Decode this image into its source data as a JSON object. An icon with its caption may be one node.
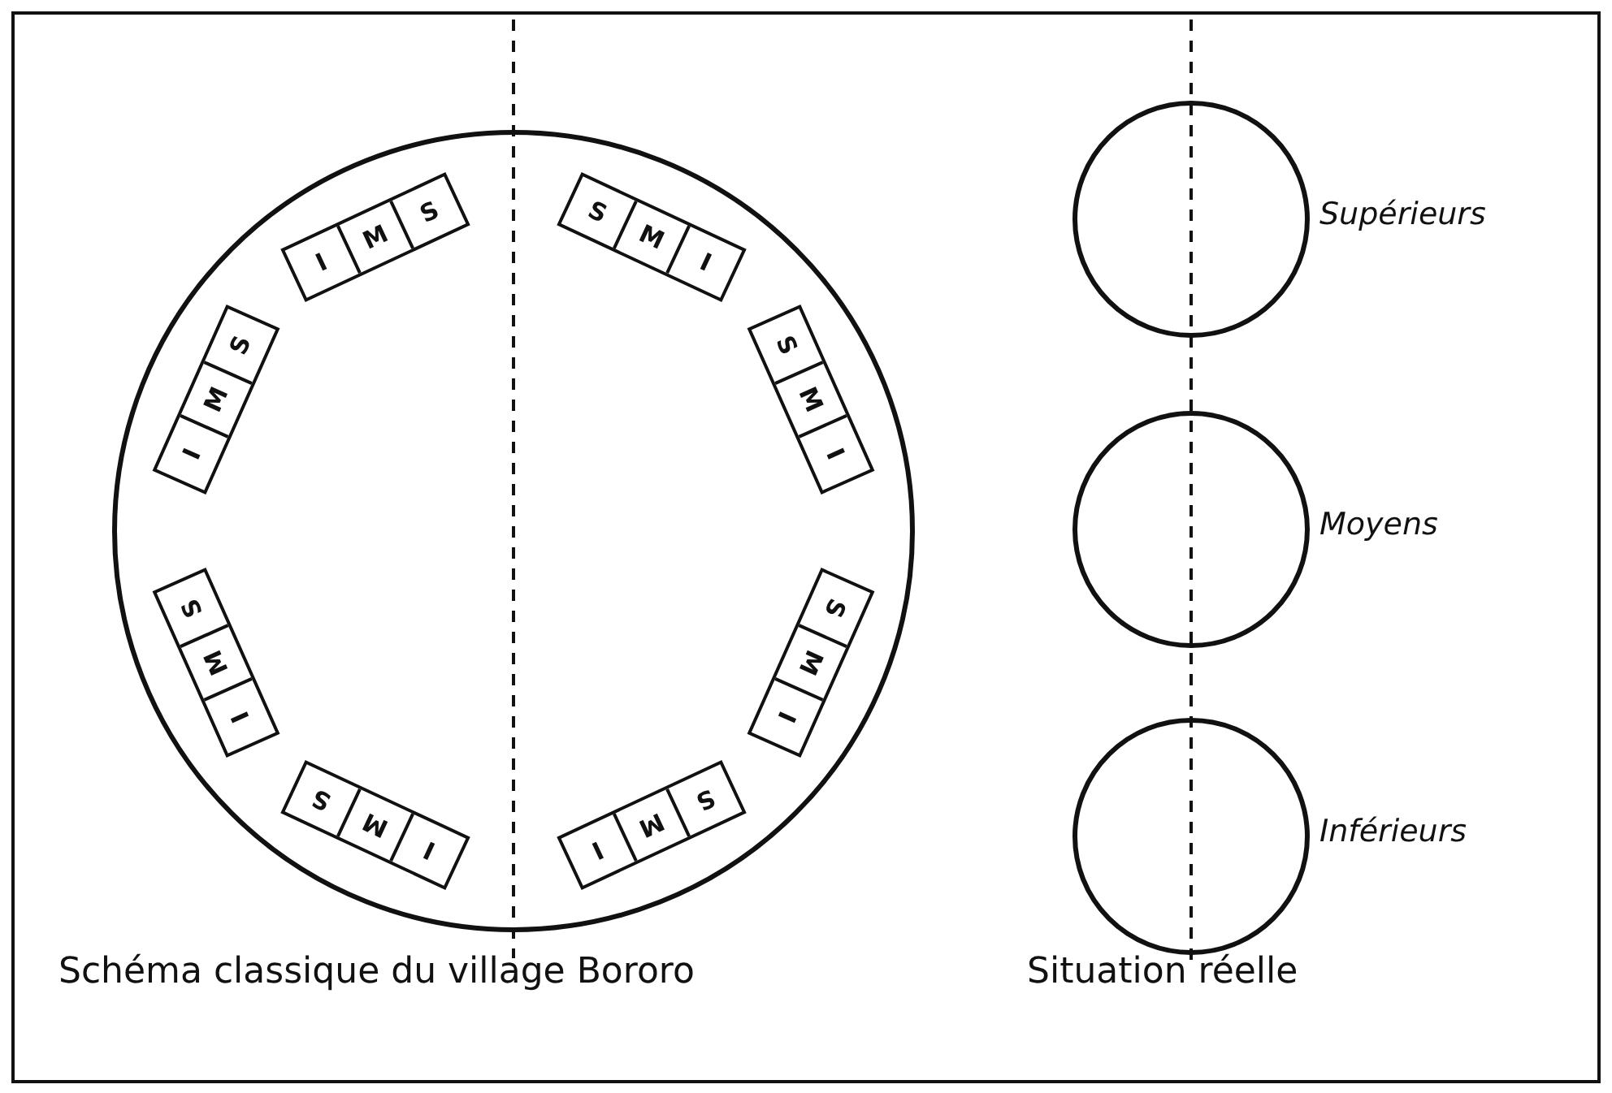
{
  "diagram": {
    "nodes": [
      {
        "text": [],
        "shape": "circle"
      },
      {
        "text": [
          "I",
          "M",
          "S"
        ],
        "in": 0
      },
      {
        "text": [
          "S",
          "M",
          "I"
        ],
        "in": 0
      },
      {
        "text": [
          "I",
          "M",
          "S"
        ],
        "in": 0
      },
      {
        "text": [
          "S",
          "M",
          "I"
        ],
        "in": 0
      },
      {
        "text": [
          "I",
          "M",
          "S"
        ],
        "in": 0
      },
      {
        "text": [
          "S",
          "M",
          "I"
        ],
        "in": 0
      },
      {
        "text": [
          "I",
          "M",
          "S"
        ],
        "in": 0
      },
      {
        "text": [
          "S",
          "M",
          "I"
        ],
        "in": 0
      },
      {
        "text": [],
        "shape": "circle",
        "beside": [
          "Supérieurs"
        ]
      },
      {
        "text": [],
        "shape": "circle",
        "beside": [
          "Moyens"
        ]
      },
      {
        "text": [],
        "shape": "circle",
        "beside": [
          "Inférieurs"
        ]
      }
    ],
    "labels": [
      "Schéma classique du village Bororo",
      "Situation réelle"
    ]
  }
}
